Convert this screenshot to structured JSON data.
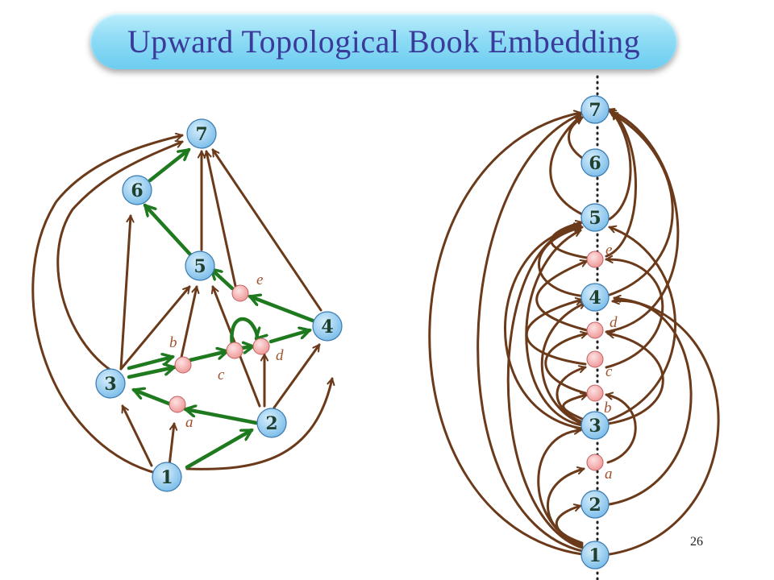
{
  "title": "Upward Topological Book Embedding",
  "slide_number": "26",
  "colors": {
    "edge": "#6b3a1a",
    "highlight": "#1f7a1f",
    "node_fill": "#8ec9ef",
    "dummy_fill": "#f4a6a6",
    "dummy_label": "#a0522d"
  },
  "graph": {
    "nodes": [
      "1",
      "2",
      "3",
      "4",
      "5",
      "6",
      "7"
    ],
    "dummy_nodes": [
      "a",
      "b",
      "c",
      "d",
      "e"
    ]
  }
}
